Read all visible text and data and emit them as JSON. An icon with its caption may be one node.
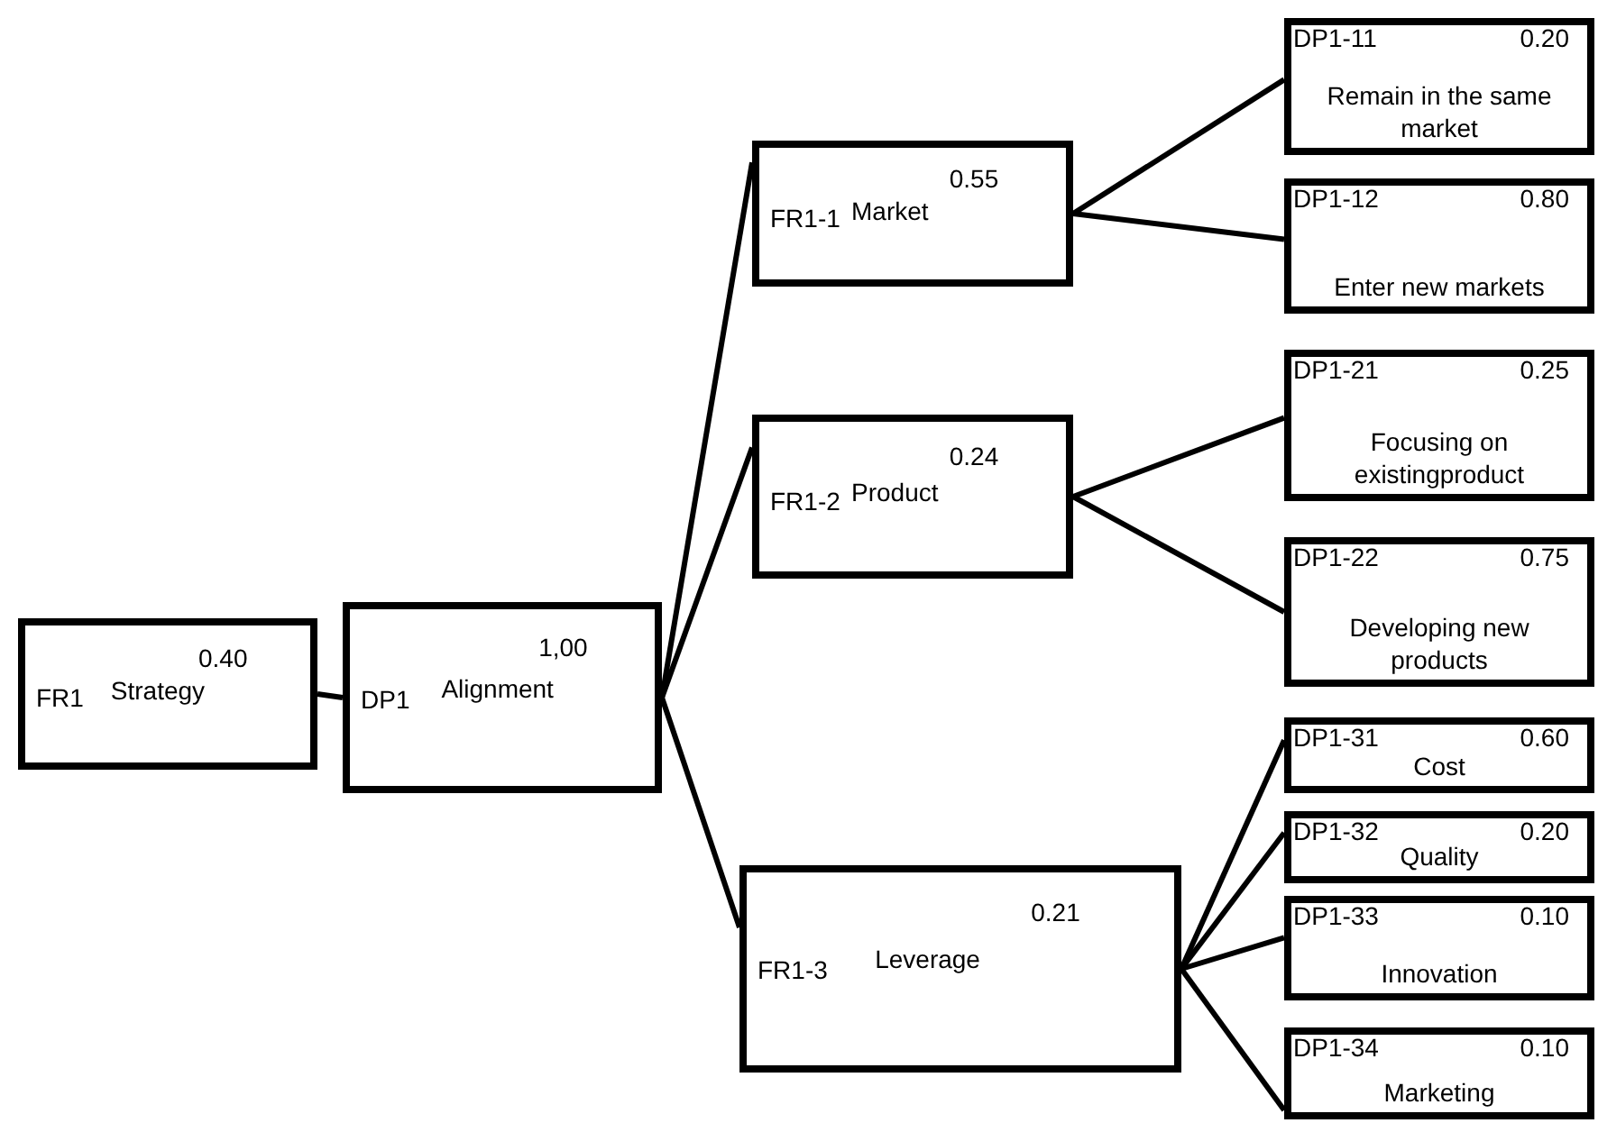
{
  "diagram": {
    "nodes": [
      {
        "text": [
          "FR1",
          "0.40",
          "Strategy"
        ]
      },
      {
        "text": [
          "DP1",
          "1,00",
          "Alignment"
        ]
      },
      {
        "text": [
          "FR1-1",
          "0.55",
          "Market"
        ]
      },
      {
        "text": [
          "FR1-2",
          "0.24",
          "Product"
        ]
      },
      {
        "text": [
          "FR1-3",
          "0.21",
          "Leverage"
        ]
      },
      {
        "text": [
          "DP1-11",
          "0.20",
          "Remain in the same market"
        ]
      },
      {
        "text": [
          "DP1-12",
          "0.80",
          "Enter new markets"
        ]
      },
      {
        "text": [
          "DP1-21",
          "0.25",
          "Focusing on existingproduct"
        ]
      },
      {
        "text": [
          "DP1-22",
          "0.75",
          "Developing new products"
        ]
      },
      {
        "text": [
          "DP1-31",
          "0.60",
          "Cost"
        ]
      },
      {
        "text": [
          "DP1-32",
          "0.20",
          "Quality"
        ]
      },
      {
        "text": [
          "DP1-33",
          "0.10",
          "Innovation"
        ]
      },
      {
        "text": [
          "DP1-34",
          "0.10",
          "Marketing"
        ]
      }
    ],
    "edges": [
      {
        "from": 0,
        "to": 1,
        "arrow": "none"
      },
      {
        "from": 1,
        "to": 2,
        "arrow": "none"
      },
      {
        "from": 1,
        "to": 3,
        "arrow": "none"
      },
      {
        "from": 1,
        "to": 4,
        "arrow": "none"
      },
      {
        "from": 2,
        "to": 5,
        "arrow": "none"
      },
      {
        "from": 2,
        "to": 6,
        "arrow": "none"
      },
      {
        "from": 3,
        "to": 7,
        "arrow": "none"
      },
      {
        "from": 3,
        "to": 8,
        "arrow": "none"
      },
      {
        "from": 4,
        "to": 9,
        "arrow": "none"
      },
      {
        "from": 4,
        "to": 10,
        "arrow": "none"
      },
      {
        "from": 4,
        "to": 11,
        "arrow": "none"
      },
      {
        "from": 4,
        "to": 12,
        "arrow": "none"
      }
    ]
  }
}
